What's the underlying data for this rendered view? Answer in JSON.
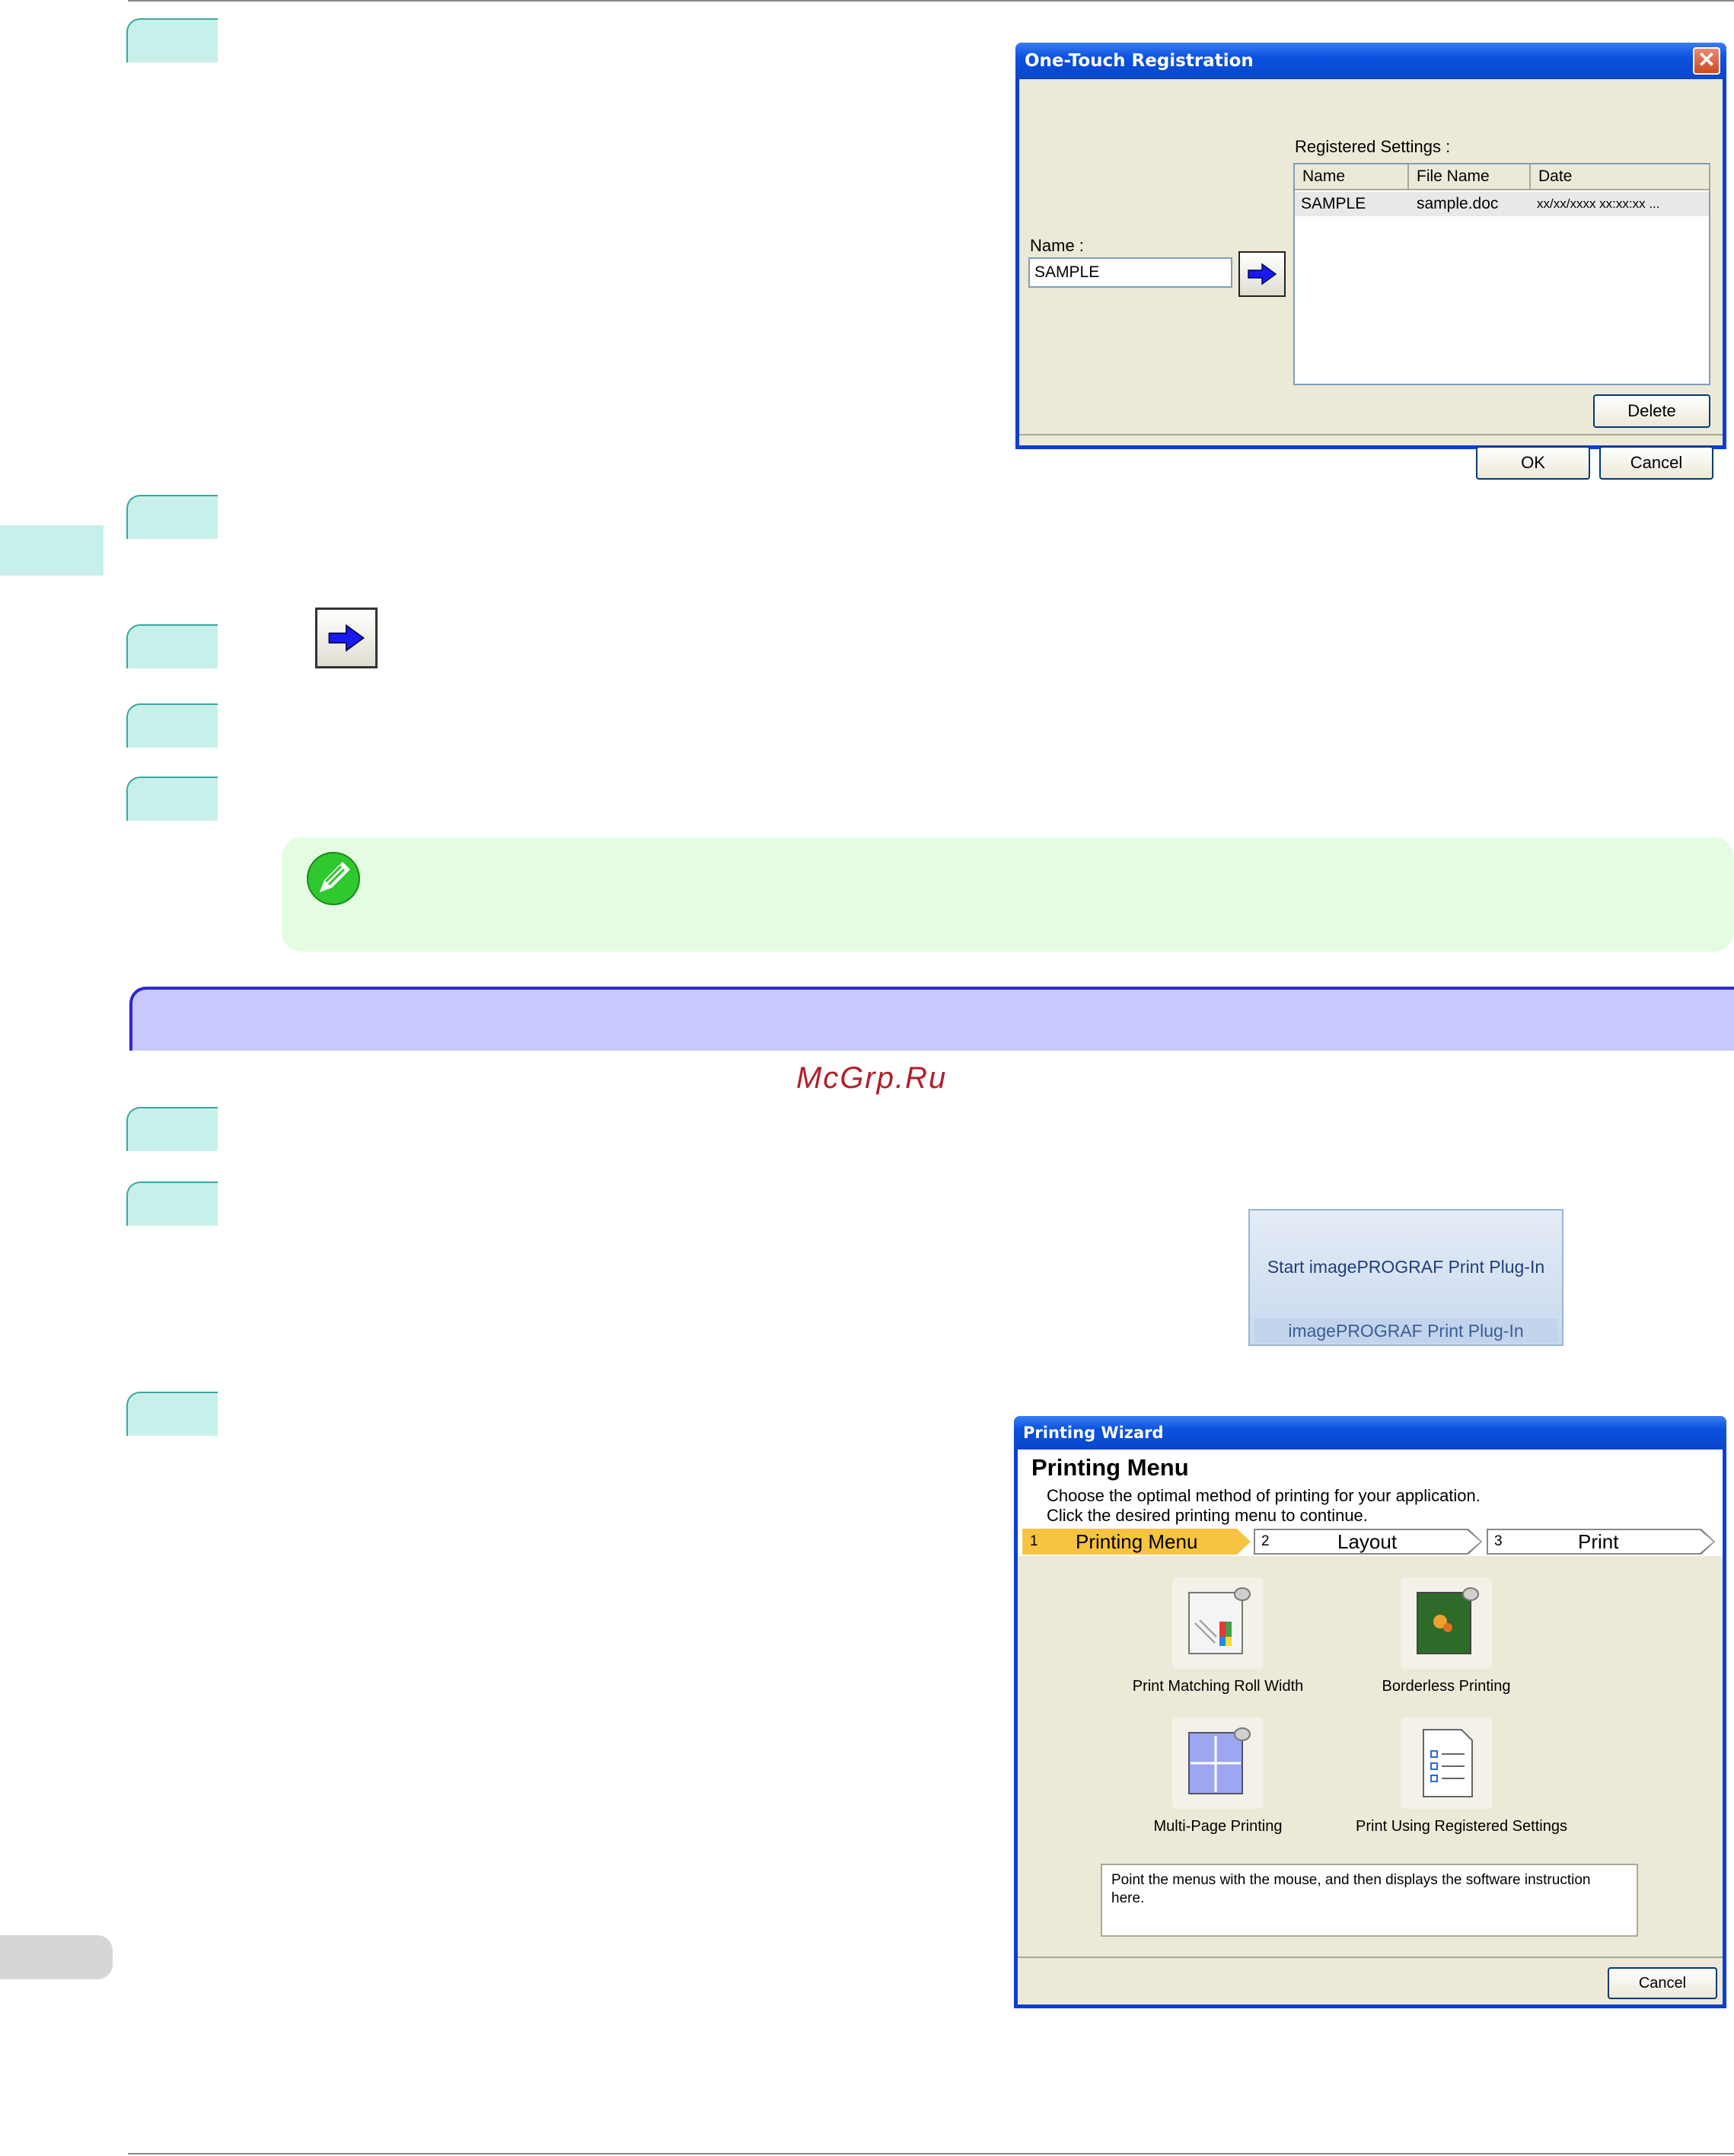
{
  "one_touch_dialog": {
    "title": "One-Touch Registration",
    "close_glyph": "✕",
    "name_label": "Name :",
    "name_value": "SAMPLE",
    "registered_label": "Registered Settings :",
    "columns": [
      "Name",
      "File Name",
      "Date"
    ],
    "rows": [
      {
        "name": "SAMPLE",
        "file": "sample.doc",
        "date": "xx/xx/xxxx xx:xx:xx ..."
      }
    ],
    "delete_label": "Delete",
    "ok_label": "OK",
    "cancel_label": "Cancel"
  },
  "watermark": "McGrp.Ru",
  "plugin_button": {
    "main_label": "Start imagePROGRAF Print Plug-In",
    "group_label": "imagePROGRAF Print Plug-In"
  },
  "printing_wizard": {
    "title": "Printing Wizard",
    "heading": "Printing Menu",
    "description_line1": "Choose the optimal method of printing for your application.",
    "description_line2": "Click the desired printing menu to continue.",
    "steps": [
      {
        "num": "1",
        "label": "Printing Menu"
      },
      {
        "num": "2",
        "label": "Layout"
      },
      {
        "num": "3",
        "label": "Print"
      }
    ],
    "menu_items": [
      "Print Matching Roll Width",
      "Borderless Printing",
      "Multi-Page Printing",
      "Print Using Registered Settings"
    ],
    "instruction_text": "Point the menus with the mouse, and then displays the software instruction here.",
    "cancel_label": "Cancel"
  },
  "colors": {
    "step_tab": "#c8f0ea",
    "note_bg": "#e4fde2",
    "section_bar": "#c8c8ff",
    "xp_blue": "#0b3fd1"
  },
  "icons": [
    "arrow-right-icon",
    "pencil-note-icon",
    "roll-paper-icon",
    "borderless-roll-icon",
    "multipage-roll-icon",
    "settings-list-icon"
  ]
}
